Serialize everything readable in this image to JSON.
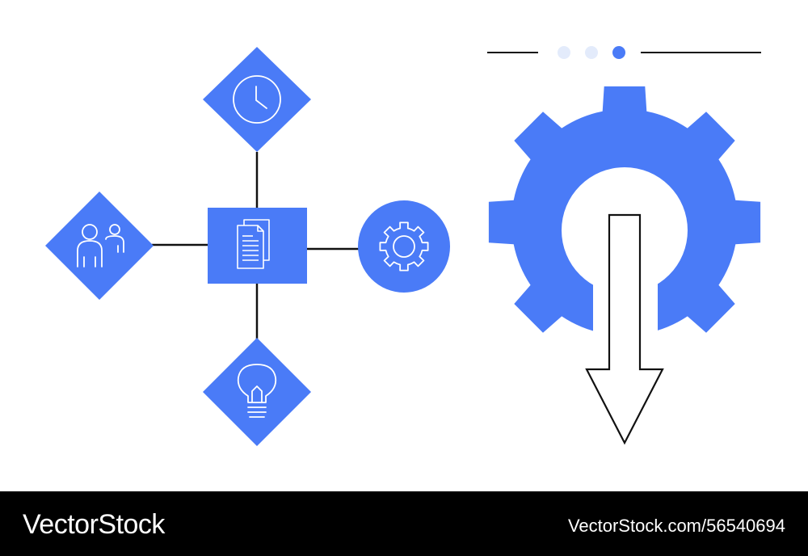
{
  "colors": {
    "accent": "#4A7BF7",
    "pagination_inactive": "#E3EBFB",
    "line": "#111111",
    "icon_stroke": "#ffffff",
    "footer_bg": "#000000",
    "footer_text": "#ffffff"
  },
  "diagram": {
    "center_node": {
      "icon": "document-icon"
    },
    "top_node": {
      "icon": "clock-icon"
    },
    "left_node": {
      "icon": "users-icon"
    },
    "bottom_node": {
      "icon": "lightbulb-icon"
    },
    "right_node": {
      "icon": "gear-icon"
    }
  },
  "pagination": {
    "count": 3,
    "active_index": 2
  },
  "big_gear": {
    "icon": "gear-icon",
    "arrow": "arrow-down-icon"
  },
  "footer": {
    "brand": "VectorStock",
    "image_id": "VectorStock.com/56540694"
  }
}
